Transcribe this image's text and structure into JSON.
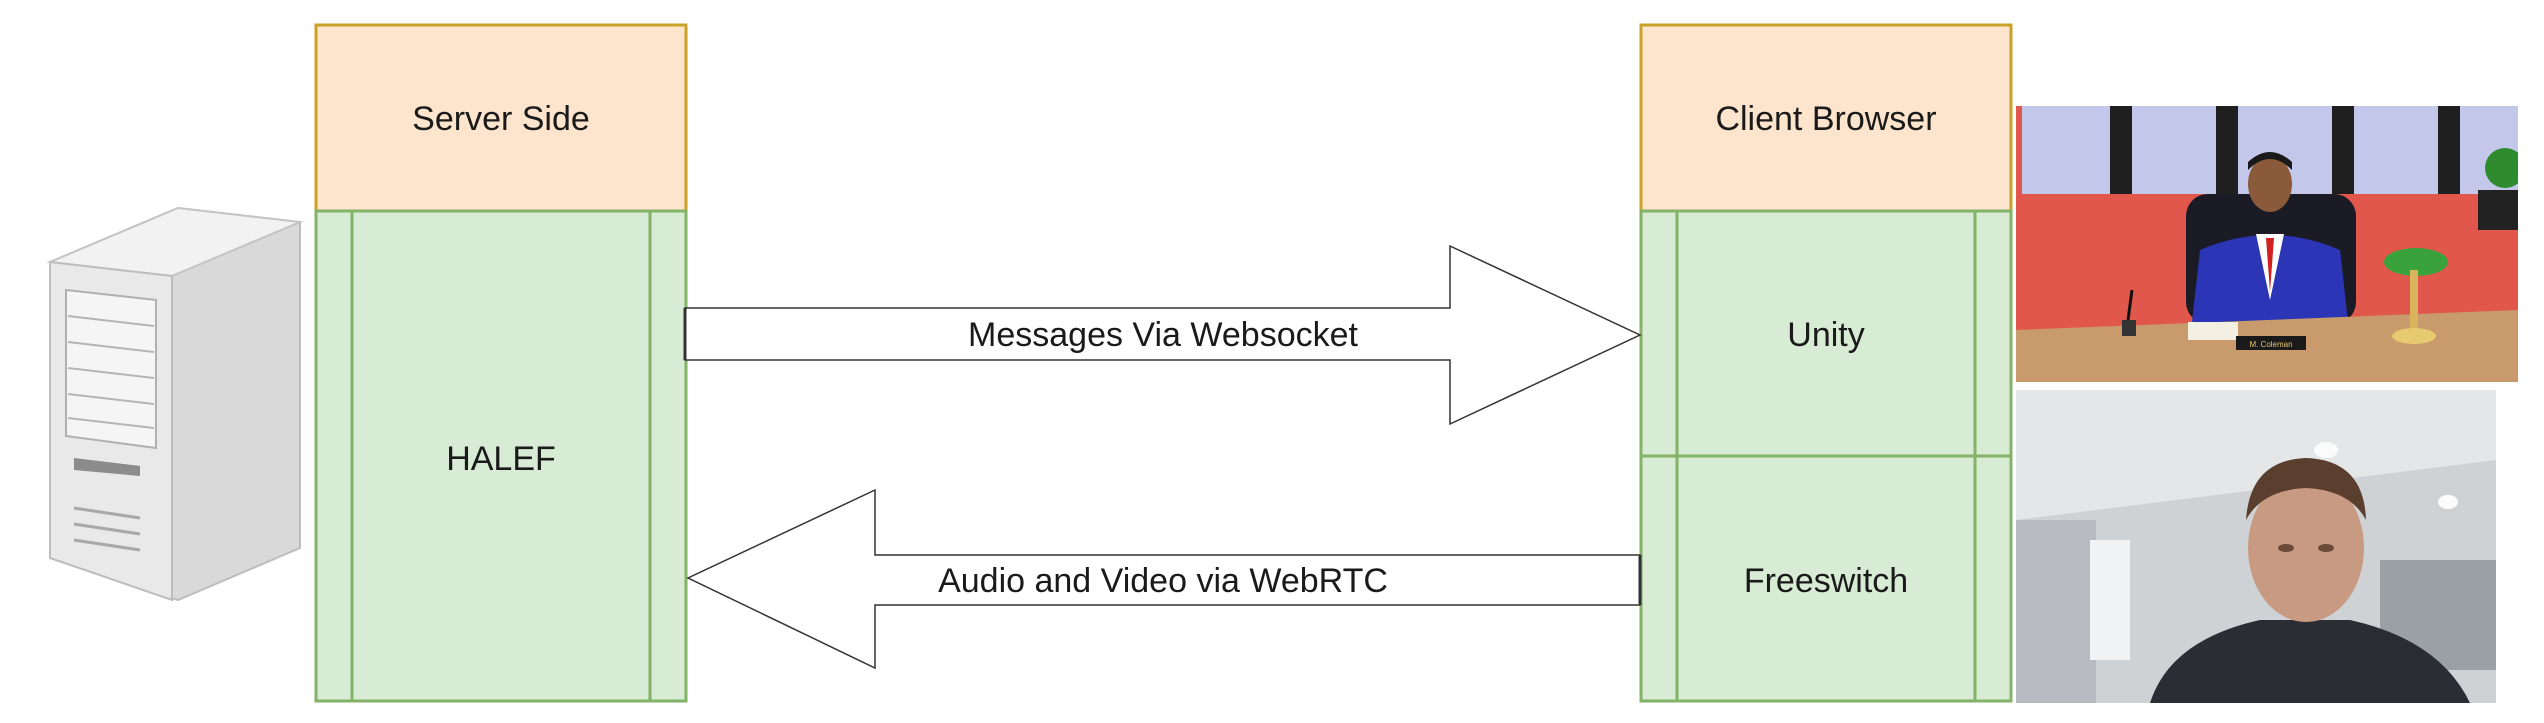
{
  "colors": {
    "header_fill": "#fde4cc",
    "header_stroke": "#c9a227",
    "column_fill": "#d8ebd4",
    "column_stroke": "#82b366",
    "arrow_stroke": "#333333",
    "office_wall": "#e2574c",
    "desk": "#c99a6b",
    "suit": "#2b35b5",
    "video_bg": "#cfd2d4"
  },
  "server": {
    "header": "Server Side",
    "component": "HALEF",
    "icon": "server-tower-icon"
  },
  "client": {
    "header": "Client Browser",
    "components": [
      "Unity",
      "Freeswitch"
    ]
  },
  "arrows": {
    "to_client": "Messages Via Websocket",
    "to_server": "Audio and Video via WebRTC"
  },
  "images": {
    "avatar_nameplate": "M. Coleman",
    "avatar_scene": "unity-avatar-office-screenshot",
    "webcam": "webcam-user-photo"
  }
}
